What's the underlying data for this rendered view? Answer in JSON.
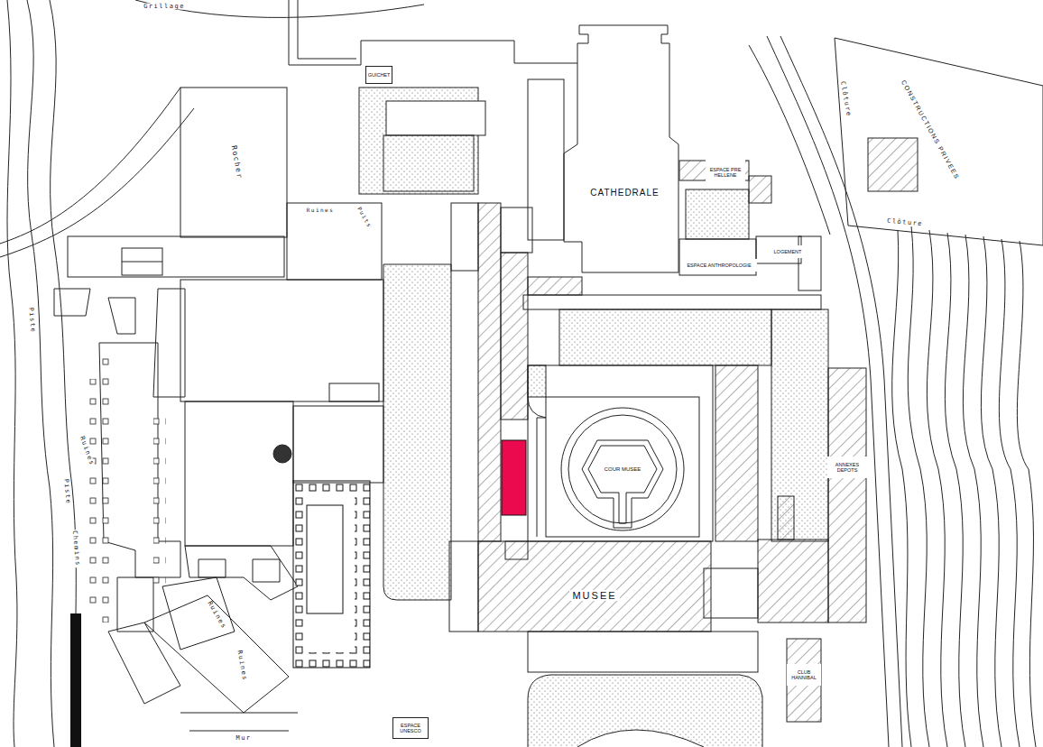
{
  "diagram": {
    "nodes": [
      {
        "text": [
          "GUICHET"
        ]
      },
      {
        "text": [
          "CATHEDRALE"
        ]
      },
      {
        "text": [
          "ESPACE PRE HELLENE"
        ]
      },
      {
        "text": [
          "LOGEMENT"
        ]
      },
      {
        "text": [
          "ESPACE ANTHROPOLOGIE"
        ]
      },
      {
        "text": [
          "CONSTRUCTIONS PRIVEES"
        ]
      },
      {
        "text": [
          "COUR MUSEE"
        ]
      },
      {
        "text": [
          "ANNEXES DEPOTS"
        ]
      },
      {
        "text": [
          "MUSEE"
        ]
      },
      {
        "text": [
          "CLUB HANNIBAL"
        ]
      },
      {
        "text": [
          "ESPACE UNESCO"
        ]
      }
    ],
    "labels": [
      "Grillage",
      "Rocher",
      "Ruines",
      "Puits",
      "Clôture",
      "Clôture",
      "Piste",
      "Ruines",
      "Piste",
      "Chemins",
      "Ruines",
      "Ruines",
      "Mur"
    ]
  }
}
